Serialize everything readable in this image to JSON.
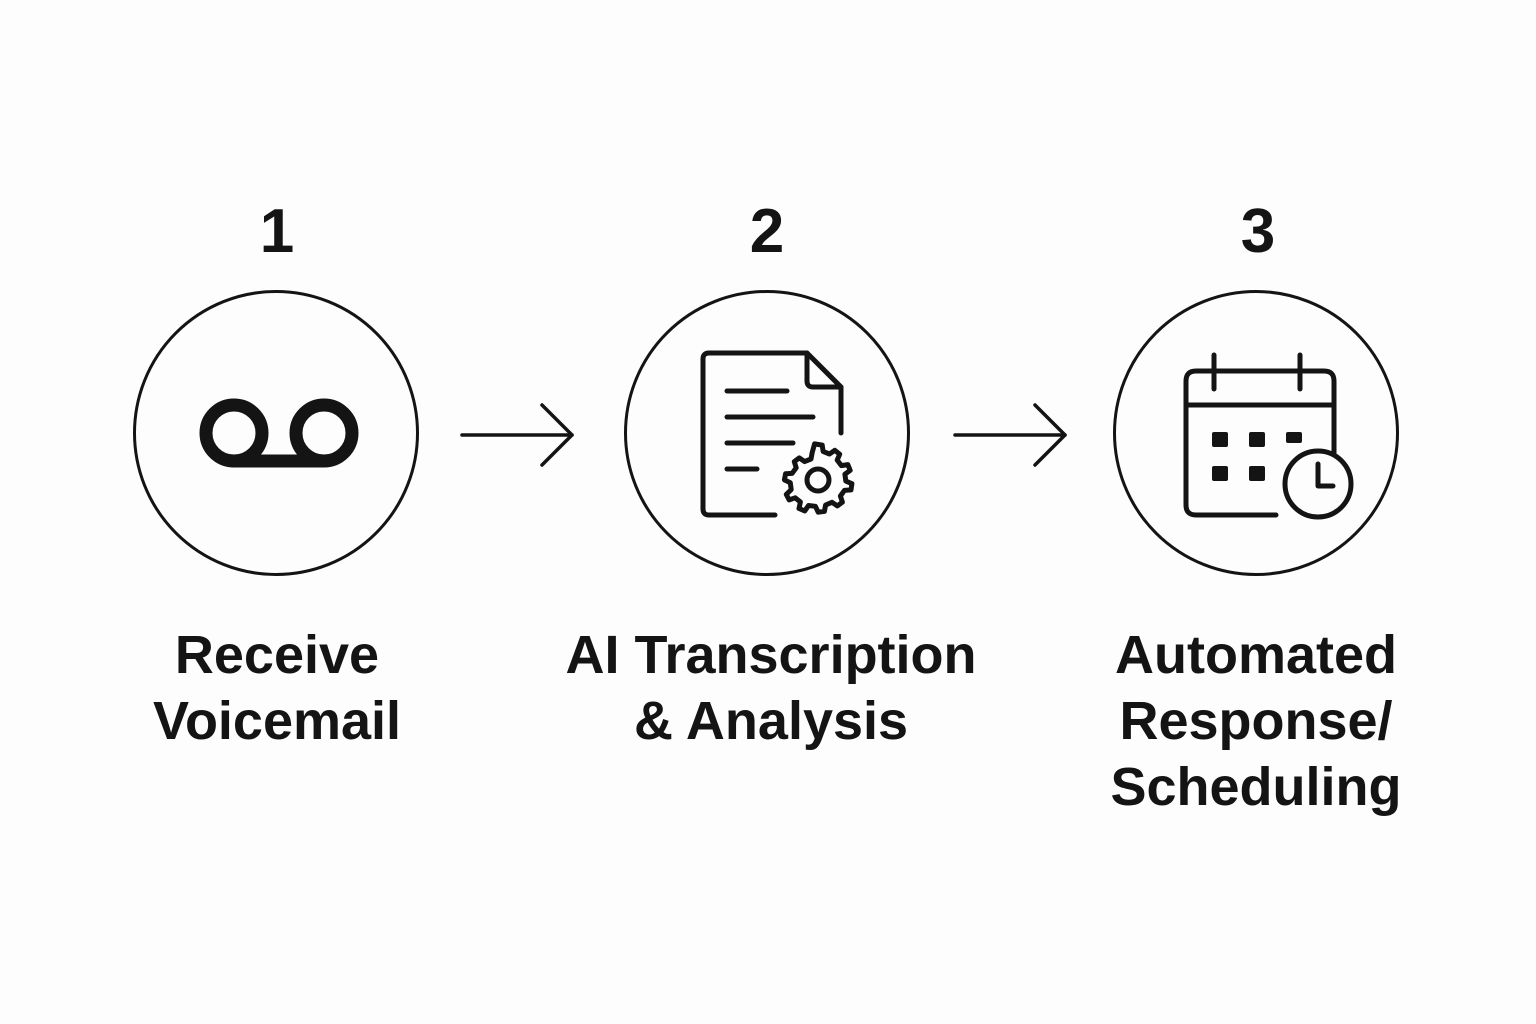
{
  "colors": {
    "ink": "#141414",
    "background": "#fdfdfd"
  },
  "steps": [
    {
      "number": "1",
      "icon": "voicemail-icon",
      "label_lines": [
        "Receive",
        "Voicemail"
      ]
    },
    {
      "number": "2",
      "icon": "document-gear-icon",
      "label_lines": [
        "AI Transcription",
        "& Analysis"
      ]
    },
    {
      "number": "3",
      "icon": "calendar-clock-icon",
      "label_lines": [
        "Automated",
        "Response/",
        "Scheduling"
      ]
    }
  ],
  "connectors": [
    {
      "icon": "arrow-right-icon"
    },
    {
      "icon": "arrow-right-icon"
    }
  ]
}
